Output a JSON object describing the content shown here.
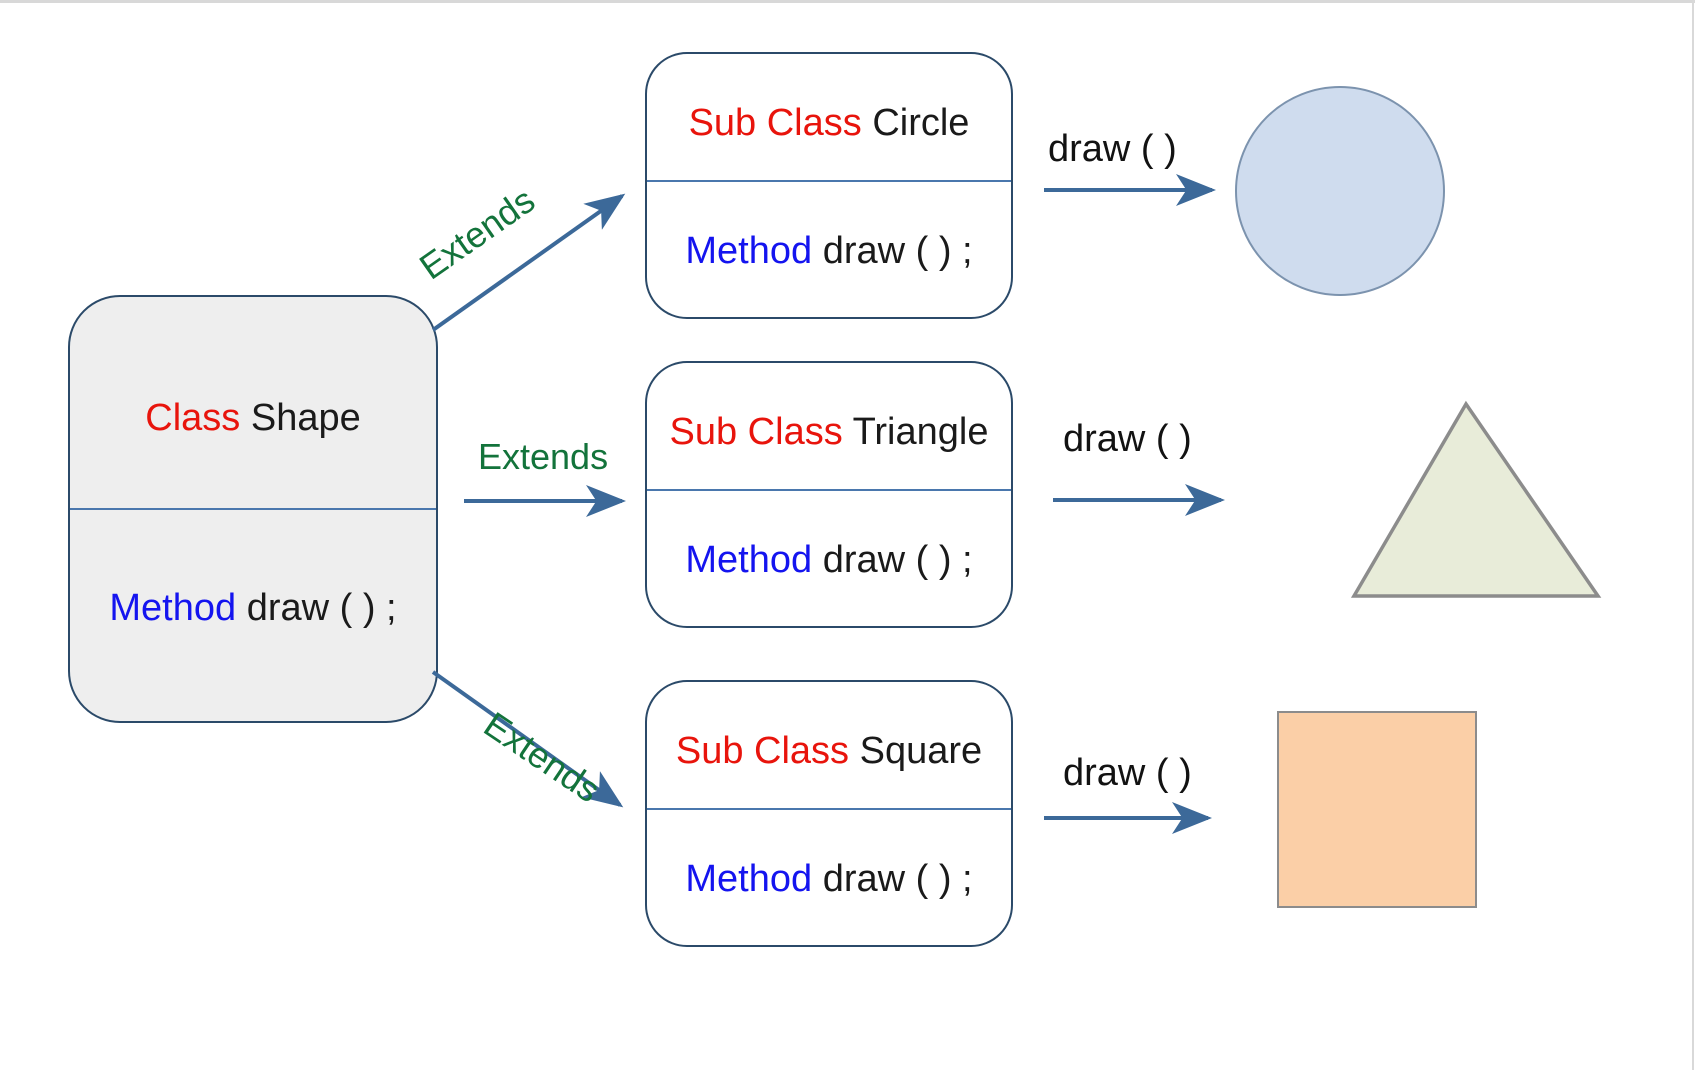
{
  "diagram": {
    "title": "Class Shape inheritance with overridden draw() method",
    "colors": {
      "keyword_class": "#e8140c",
      "keyword_method": "#1414ef",
      "identifier": "#1a1a1a",
      "extends_label": "#13733b",
      "box_border": "#2b4a69",
      "box_divider": "#4a77ad",
      "root_box_fill": "#eeeeee",
      "sub_box_fill": "#ffffff",
      "arrow": "#3c6999",
      "circle_fill": "#cfdcee",
      "circle_stroke": "#7c93ae",
      "triangle_fill": "#e8ecd9",
      "triangle_stroke": "#8c8c8c",
      "square_fill": "#fbcfa7",
      "square_stroke": "#8c8c8c",
      "background": "#ffffff"
    }
  },
  "root_class": {
    "keyword": "Class",
    "name": "Shape",
    "method_keyword": "Method",
    "method_signature": "draw ( ) ;"
  },
  "sub_classes": [
    {
      "keyword": "Sub Class",
      "name": "Circle",
      "method_keyword": "Method",
      "method_signature": "draw ( ) ;",
      "relation_label": "Extends",
      "call_label": "draw ( )",
      "result_shape": "circle"
    },
    {
      "keyword": "Sub Class",
      "name": "Triangle",
      "method_keyword": "Method",
      "method_signature": "draw ( ) ;",
      "relation_label": "Extends",
      "call_label": "draw ( )",
      "result_shape": "triangle"
    },
    {
      "keyword": "Sub Class",
      "name": "Square",
      "method_keyword": "Method",
      "method_signature": "draw ( ) ;",
      "relation_label": "Extends",
      "call_label": "draw ( )",
      "result_shape": "square"
    }
  ]
}
